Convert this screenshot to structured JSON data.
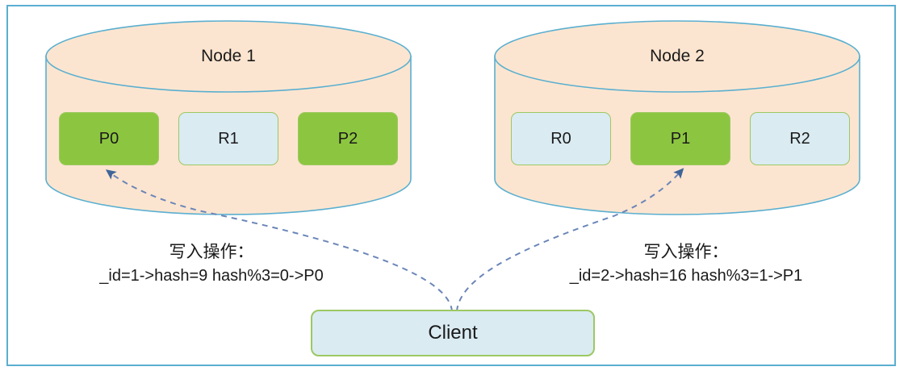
{
  "diagram": {
    "title": "MongoDB sharded cluster write routing",
    "colors": {
      "frame_border": "#5aafd0",
      "cylinder_fill": "#fce5d0",
      "cylinder_stroke": "#5aafd0",
      "primary_shard": "#8cc640",
      "replica_shard": "#daebf2",
      "shard_border": "#9cc863",
      "arrow": "#4a6fa5",
      "client_fill": "#daebf2",
      "client_border": "#9cc863",
      "text": "#1a1a1a"
    },
    "nodes": [
      {
        "id": "node1",
        "title": "Node 1",
        "shards": [
          {
            "label": "P0",
            "role": "primary"
          },
          {
            "label": "R1",
            "role": "replica"
          },
          {
            "label": "P2",
            "role": "primary"
          }
        ]
      },
      {
        "id": "node2",
        "title": "Node 2",
        "shards": [
          {
            "label": "R0",
            "role": "replica"
          },
          {
            "label": "P1",
            "role": "primary"
          },
          {
            "label": "R2",
            "role": "replica"
          }
        ]
      }
    ],
    "client": {
      "label": "Client"
    },
    "operations": [
      {
        "id": "op-left",
        "title": "写入操作：",
        "detail": "_id=1->hash=9 hash%3=0->P0",
        "target": "P0"
      },
      {
        "id": "op-right",
        "title": "写入操作：",
        "detail": "_id=2->hash=16 hash%3=1->P1",
        "target": "P1"
      }
    ]
  }
}
